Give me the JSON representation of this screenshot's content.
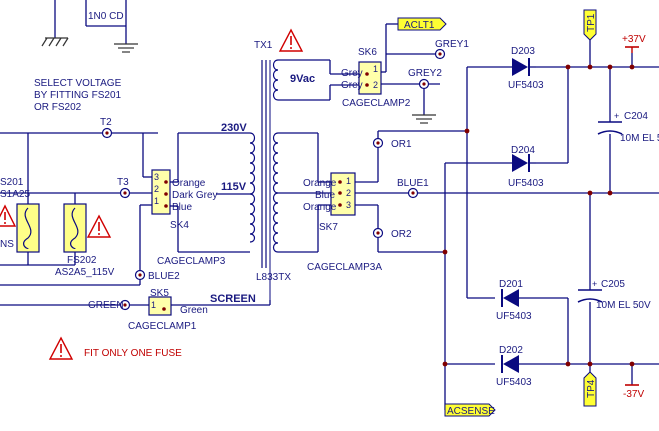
{
  "colors": {
    "wire": "#0a0a80",
    "label": "#1a1a80",
    "power": "#c00000",
    "connector_fill": "#ffffaa",
    "fuse_fill": "#ffff88",
    "port_fill": "#ffff33",
    "junction": "#800000",
    "warning": "#d00000"
  },
  "top": {
    "cap_label": "1N0 CD"
  },
  "notes": {
    "select_voltage": [
      "SELECT VOLTAGE",
      "BY FITTING FS201",
      "OR FS202"
    ],
    "fit_one_fuse": "FIT ONLY ONE FUSE"
  },
  "transformer": {
    "ref": "TX1",
    "part": "L833TX",
    "primary_high": "230V",
    "primary_low": "115V",
    "secondary_aux": "9Vac"
  },
  "fuses": {
    "fs201_ref": "S201",
    "fs201_val": "S1A25",
    "fs201_extra": "NS",
    "fs202_ref": "FS202",
    "fs202_val": "AS2A5_115V"
  },
  "testpoints": {
    "t2": "T2",
    "t3": "T3",
    "blue2": "BLUE2",
    "green": "GREEN",
    "grey1": "GREY1",
    "grey2": "GREY2",
    "or1": "OR1",
    "or2": "OR2",
    "blue1": "BLUE1"
  },
  "connectors": {
    "sk4": {
      "ref": "SK4",
      "part": "CAGECLAMP3",
      "pins": [
        "3",
        "2",
        "1"
      ],
      "labels": [
        "Orange",
        "Dark Grey",
        "Blue"
      ]
    },
    "sk5": {
      "ref": "SK5",
      "part": "CAGECLAMP1",
      "pins": [
        "1"
      ],
      "labels": [
        "Green"
      ]
    },
    "sk6": {
      "ref": "SK6",
      "part": "CAGECLAMP2",
      "pins": [
        "1",
        "2"
      ],
      "labels": [
        "Grey",
        "Grey"
      ]
    },
    "sk7": {
      "ref": "SK7",
      "part": "CAGECLAMP3A",
      "pins": [
        "1",
        "2",
        "3"
      ],
      "labels": [
        "Orange",
        "Blue",
        "Orange"
      ]
    }
  },
  "screen_label": "SCREEN",
  "ports": {
    "aclt1": "ACLT1",
    "acsense": "ACSENSE"
  },
  "diodes": [
    {
      "ref": "D203",
      "part": "UF5403"
    },
    {
      "ref": "D204",
      "part": "UF5403"
    },
    {
      "ref": "D201",
      "part": "UF5403"
    },
    {
      "ref": "D202",
      "part": "UF5403"
    }
  ],
  "caps": {
    "c204_ref": "C204",
    "c204_val": "10M EL 5",
    "c205_ref": "C205",
    "c205_val": "10M EL 50V"
  },
  "power": {
    "tp1": "TP1",
    "tp4": "TP4",
    "plus37": "+37V",
    "minus37": "-37V"
  }
}
